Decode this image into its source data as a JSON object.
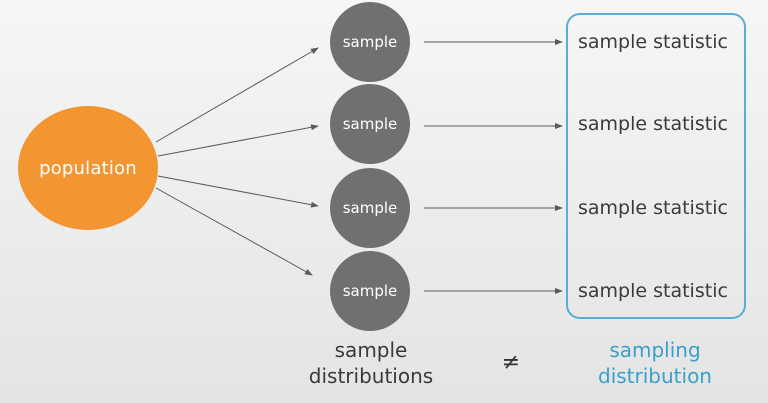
{
  "population": {
    "label": "population"
  },
  "samples": [
    {
      "label": "sample"
    },
    {
      "label": "sample"
    },
    {
      "label": "sample"
    },
    {
      "label": "sample"
    }
  ],
  "statistics": [
    {
      "label": "sample statistic"
    },
    {
      "label": "sample statistic"
    },
    {
      "label": "sample statistic"
    },
    {
      "label": "sample statistic"
    }
  ],
  "captions": {
    "left": [
      "sample",
      "distributions"
    ],
    "symbol": "≠",
    "right": [
      "sampling",
      "distribution"
    ]
  },
  "colors": {
    "population": "#f39531",
    "sample": "#707070",
    "box_border": "#5aaed3",
    "right_caption": "#3b9fcb",
    "arrow": "#5a5a5a"
  }
}
